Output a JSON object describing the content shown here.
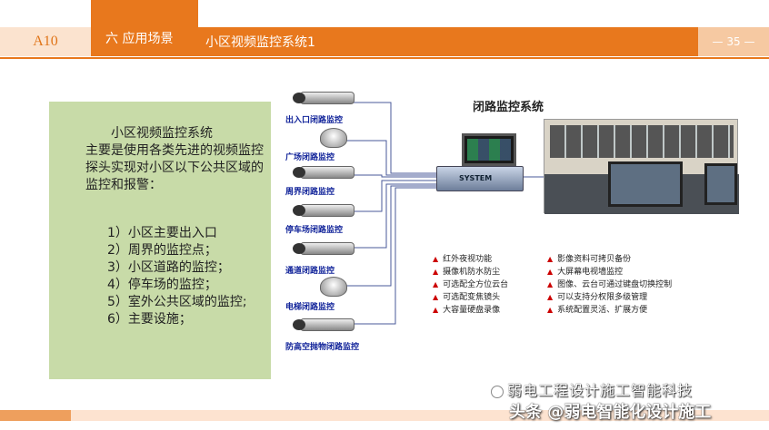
{
  "header": {
    "code": "A10",
    "section": "六 应用场景",
    "title": "小区视频监控系统1",
    "page": "— 35 —"
  },
  "intro": {
    "line1": "小区视频监控系统",
    "line2": "主要是使用各类先进的视频监控探头实现对小区以下公共区域的监控和报警：",
    "items": [
      "1）小区主要出入口",
      "2）周界的监控点；",
      "3）小区道路的监控；",
      "4）停车场的监控；",
      "5）室外公共区域的监控;",
      "6）主要设施；"
    ]
  },
  "diagram": {
    "title": "闭路监控系统",
    "nvr_label": "SYSTEM",
    "cameras": [
      "出入口闭路监控",
      "广场闭路监控",
      "周界闭路监控",
      "停车场闭路监控",
      "通道闭路监控",
      "电梯闭路监控",
      "防高空抛物闭路监控"
    ],
    "features_left": [
      "红外夜视功能",
      "摄像机防水防尘",
      "可选配全方位云台",
      "可选配变焦镜头",
      "大容量硬盘录像"
    ],
    "features_right": [
      "影像资料可拷贝备份",
      "大屏幕电视墙监控",
      "图像、云台可通过键盘切换控制",
      "可以支持分权限多级管理",
      "系统配置灵活、扩展方便"
    ]
  },
  "watermark": {
    "line1": "弱电工程设计施工智能科技",
    "line2": "头条 @弱电智能化设计施工"
  },
  "colors": {
    "accent": "#e8781d",
    "panel": "#c8dba8"
  }
}
